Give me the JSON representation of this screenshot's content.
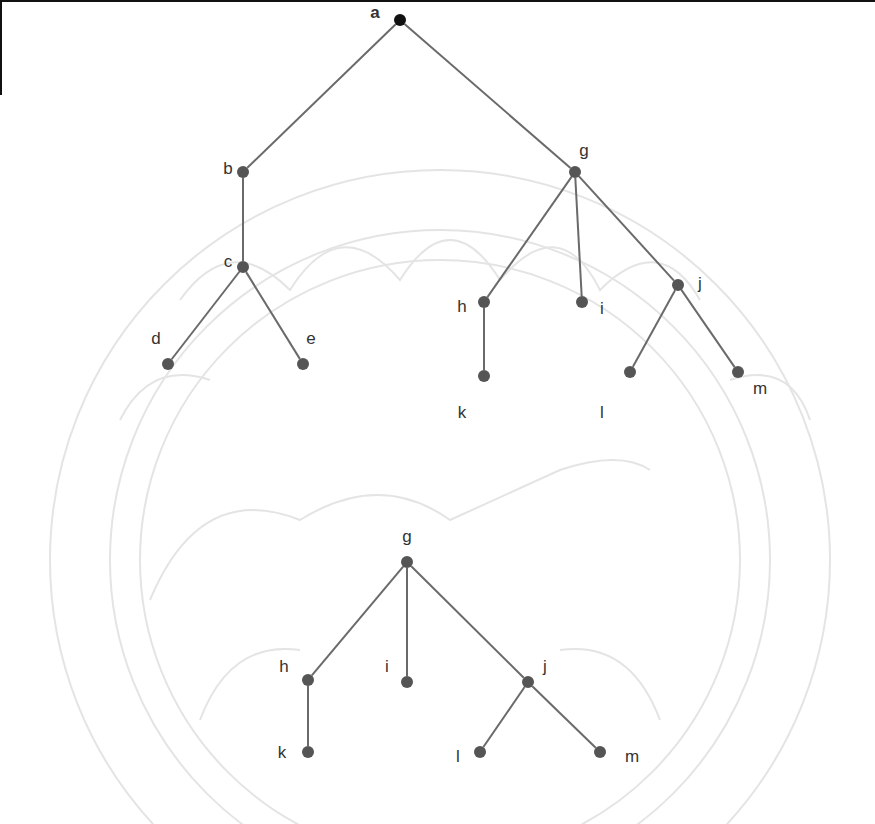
{
  "diagram": {
    "nodes": [
      {
        "text": [
          "a"
        ]
      },
      {
        "text": [
          "b"
        ]
      },
      {
        "text": [
          "g"
        ]
      },
      {
        "text": [
          "c"
        ]
      },
      {
        "text": [
          "h"
        ]
      },
      {
        "text": [
          "i"
        ]
      },
      {
        "text": [
          "j"
        ]
      },
      {
        "text": [
          "d"
        ]
      },
      {
        "text": [
          "e"
        ]
      },
      {
        "text": [
          "k"
        ]
      },
      {
        "text": [
          "l"
        ]
      },
      {
        "text": [
          "m"
        ]
      },
      {
        "text": [
          "g"
        ]
      },
      {
        "text": [
          "h"
        ]
      },
      {
        "text": [
          "i"
        ]
      },
      {
        "text": [
          "j"
        ]
      },
      {
        "text": [
          "k"
        ]
      },
      {
        "text": [
          "l"
        ]
      },
      {
        "text": [
          "m"
        ]
      }
    ],
    "edges": [
      {
        "from": 0,
        "to": 1,
        "arrow": "none"
      },
      {
        "from": 0,
        "to": 2,
        "arrow": "none"
      },
      {
        "from": 1,
        "to": 3,
        "arrow": "none"
      },
      {
        "from": 3,
        "to": 7,
        "arrow": "none"
      },
      {
        "from": 3,
        "to": 8,
        "arrow": "none"
      },
      {
        "from": 2,
        "to": 4,
        "arrow": "none"
      },
      {
        "from": 2,
        "to": 5,
        "arrow": "none"
      },
      {
        "from": 2,
        "to": 6,
        "arrow": "none"
      },
      {
        "from": 4,
        "to": 9,
        "arrow": "none"
      },
      {
        "from": 6,
        "to": 10,
        "arrow": "none"
      },
      {
        "from": 6,
        "to": 11,
        "arrow": "none"
      },
      {
        "from": 12,
        "to": 13,
        "arrow": "none"
      },
      {
        "from": 12,
        "to": 14,
        "arrow": "none"
      },
      {
        "from": 12,
        "to": 15,
        "arrow": "none"
      },
      {
        "from": 13,
        "to": 16,
        "arrow": "none"
      },
      {
        "from": 15,
        "to": 17,
        "arrow": "none"
      },
      {
        "from": 15,
        "to": 18,
        "arrow": "none"
      }
    ]
  }
}
